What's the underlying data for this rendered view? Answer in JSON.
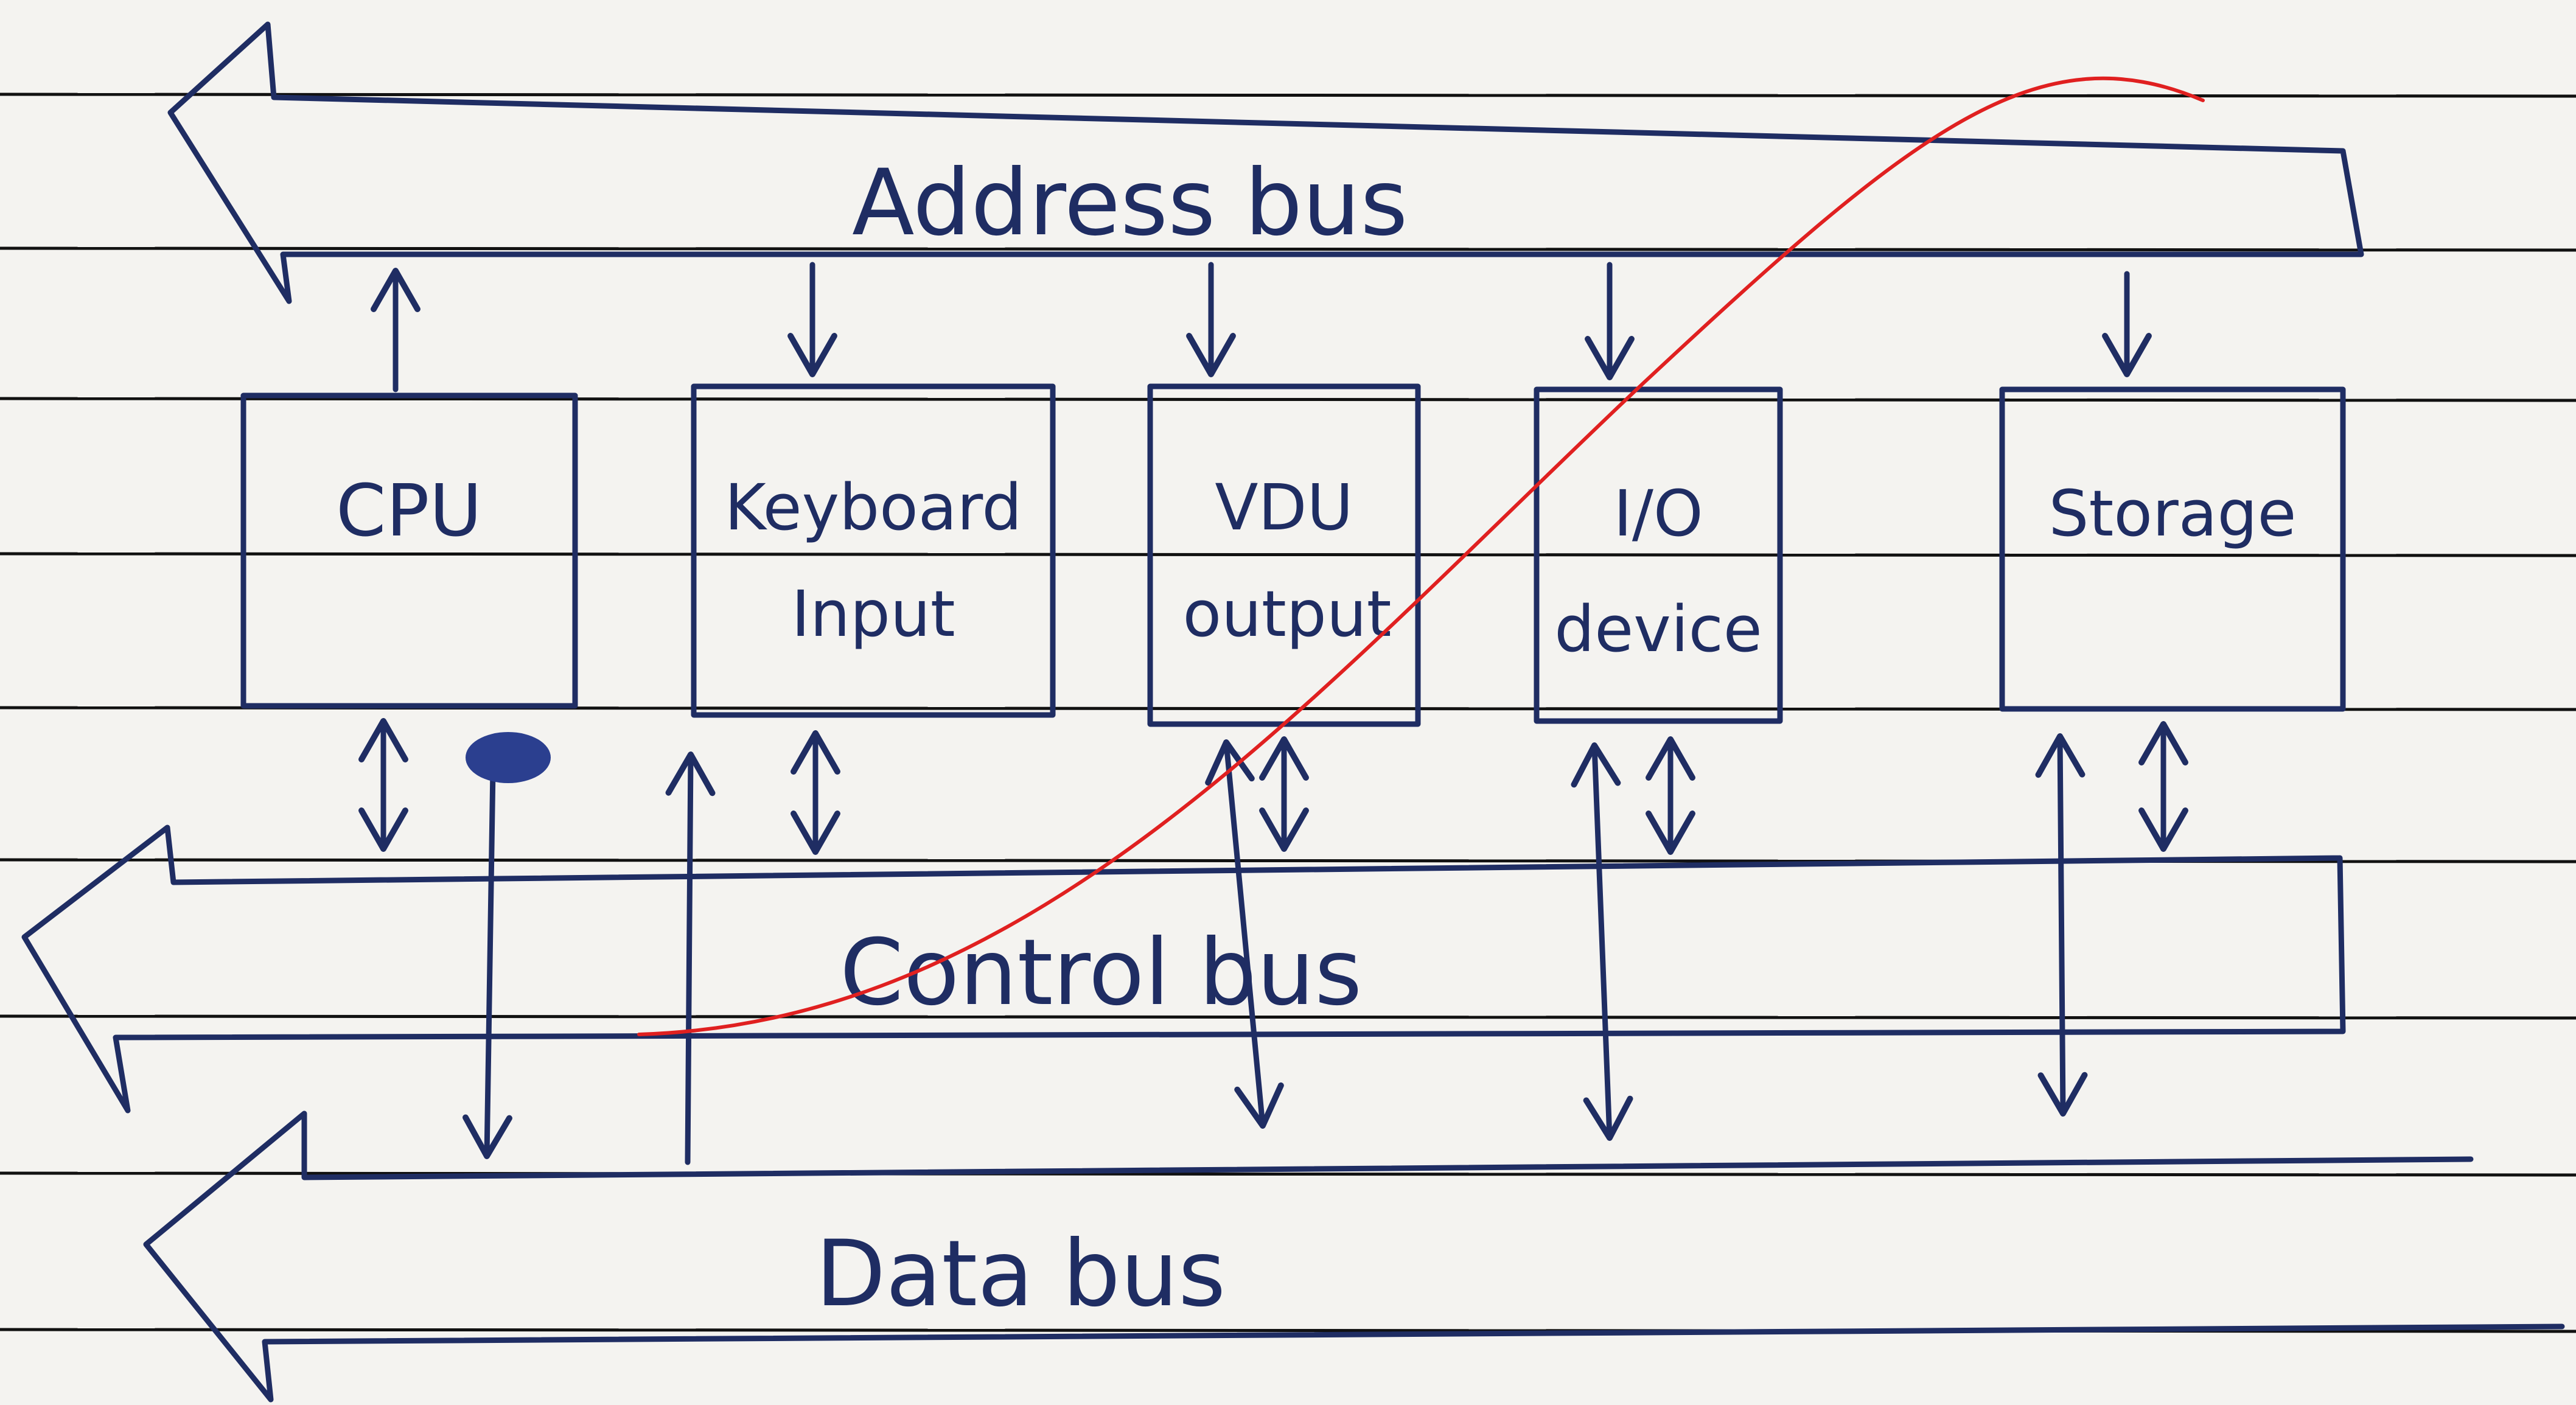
{
  "diagram": {
    "buses": {
      "address": "Address bus",
      "control": "Control bus",
      "data": "Data bus"
    },
    "components": [
      {
        "id": "cpu",
        "lines": [
          "CPU"
        ]
      },
      {
        "id": "keyboard",
        "lines": [
          "Keyboard",
          "Input"
        ]
      },
      {
        "id": "vdu",
        "lines": [
          "VDU",
          "output"
        ]
      },
      {
        "id": "io",
        "lines": [
          "I/O",
          "device"
        ]
      },
      {
        "id": "storage",
        "lines": [
          "Storage"
        ]
      }
    ],
    "colors": {
      "ink": "#1f2d63",
      "rules": "#111111",
      "paper": "#f4f3f0",
      "annotation": "#e02020"
    }
  }
}
